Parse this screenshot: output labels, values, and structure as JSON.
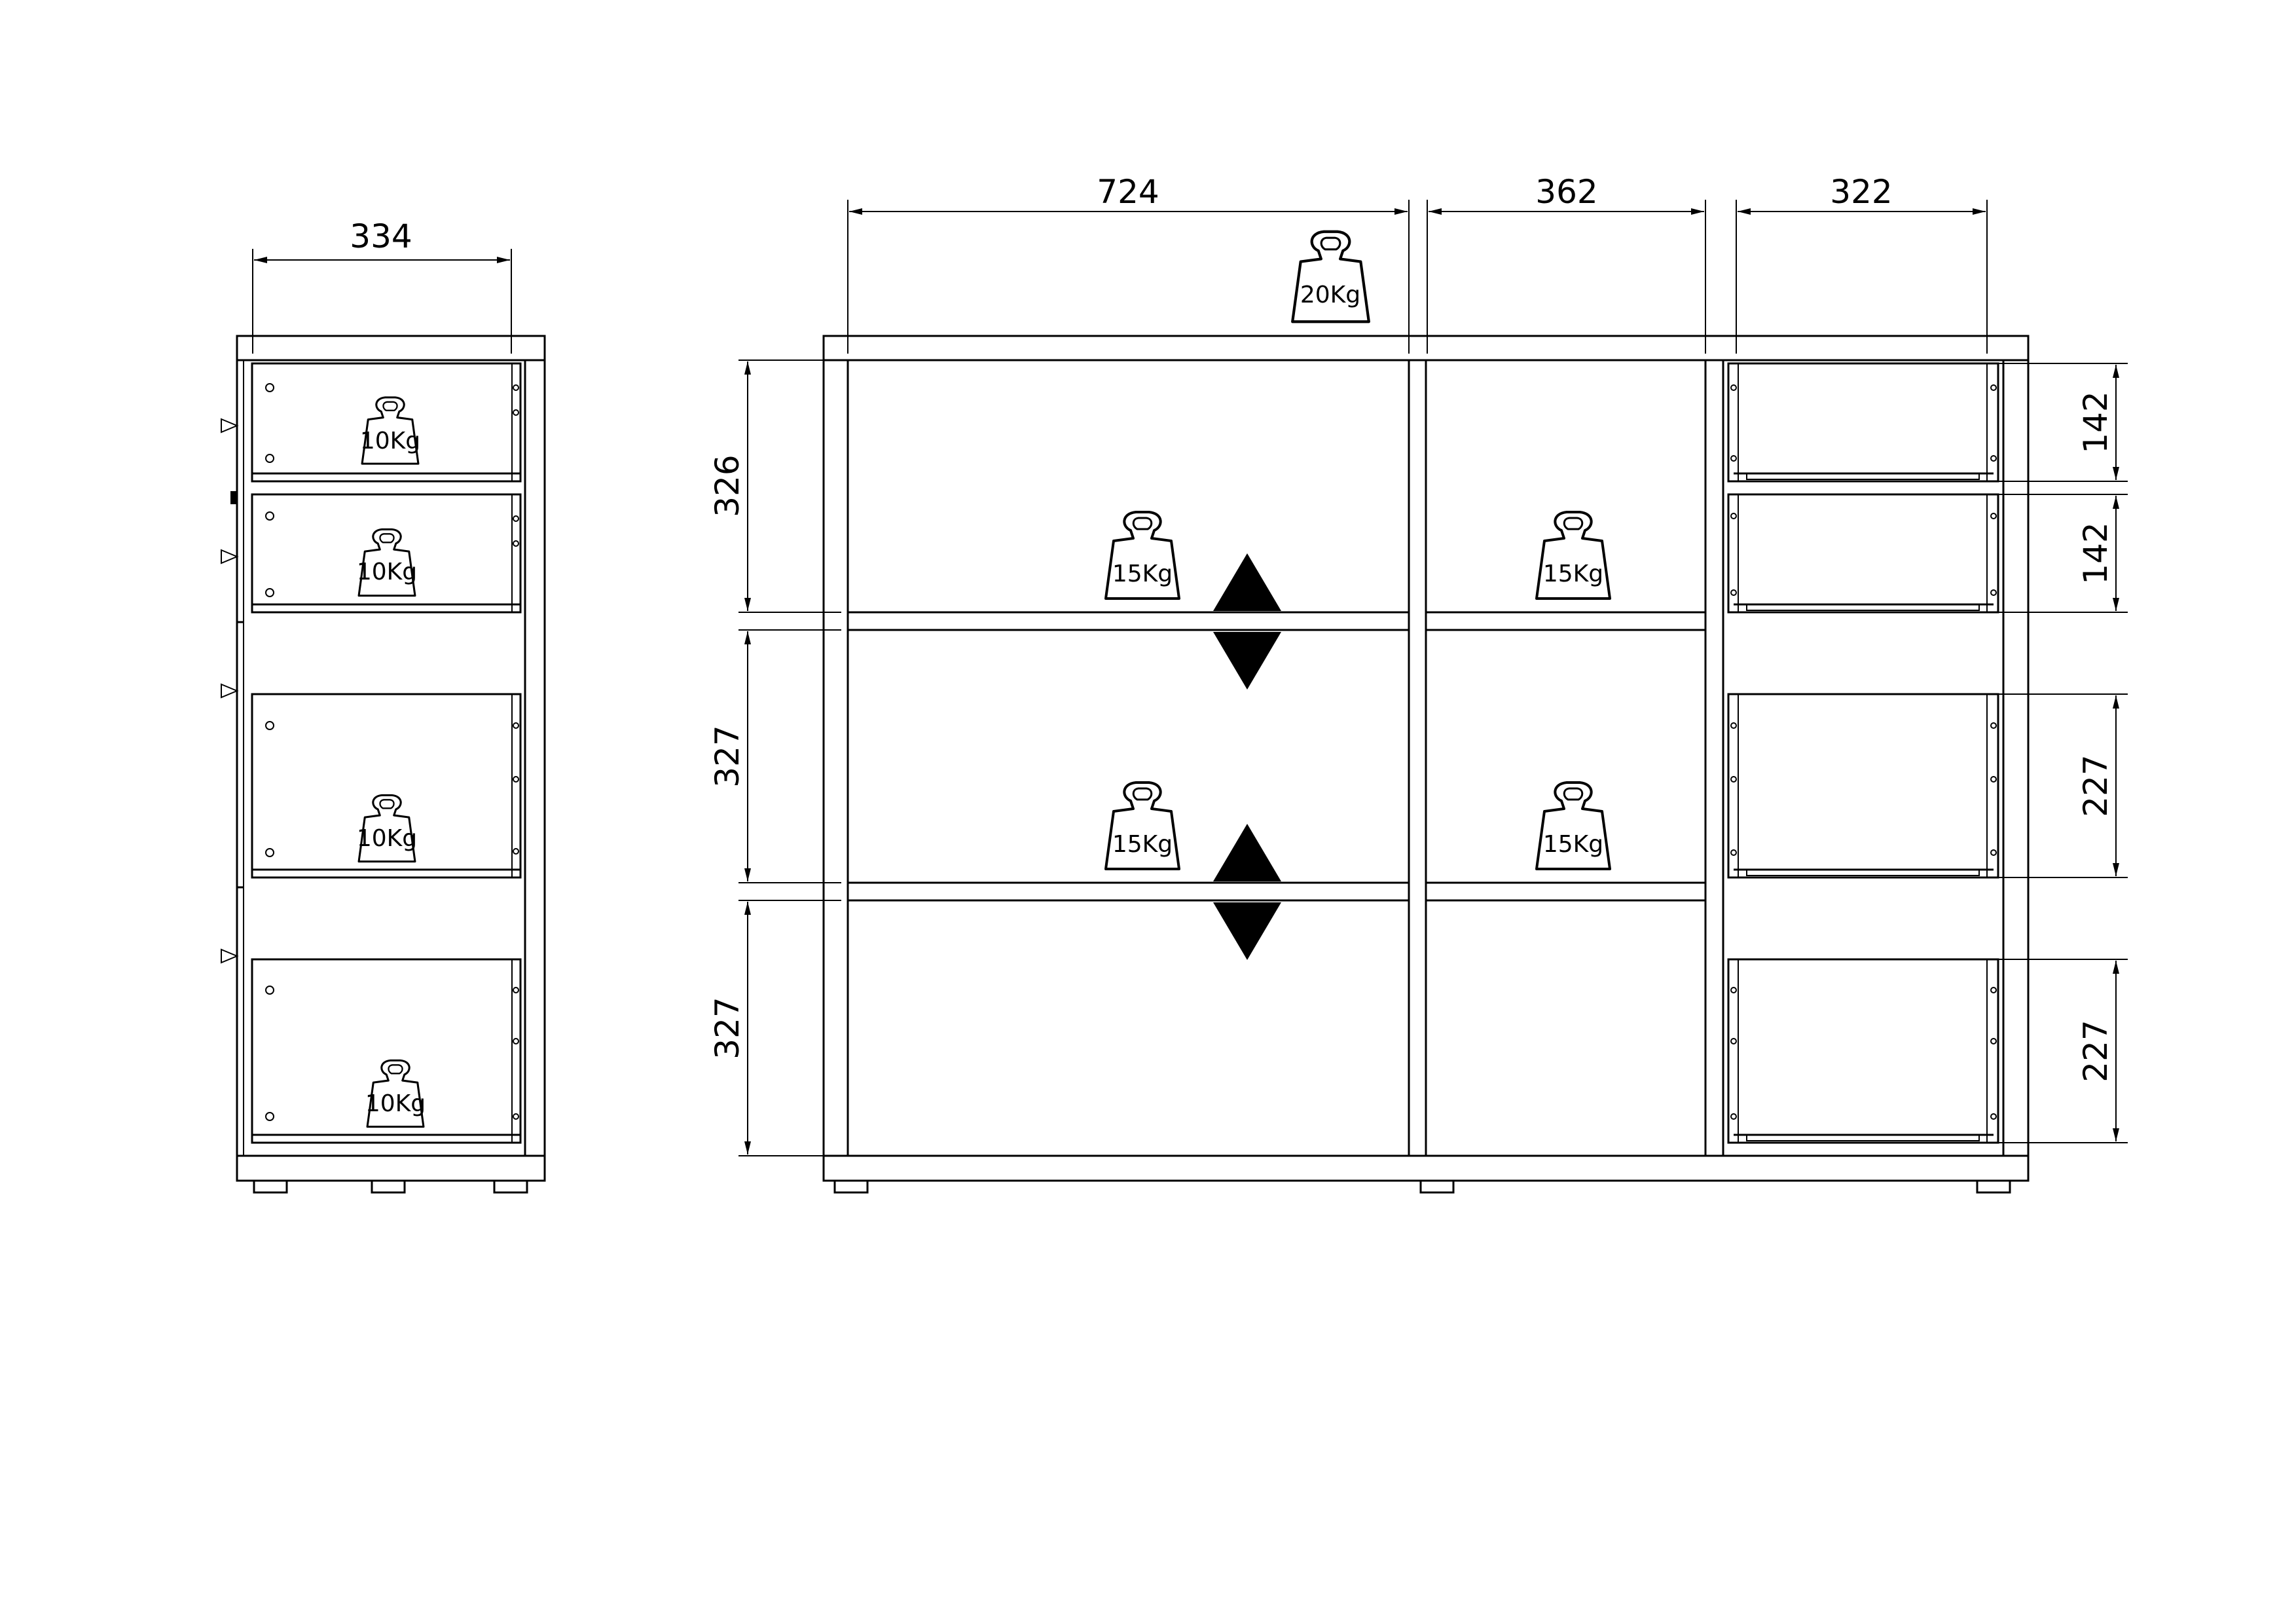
{
  "side_view": {
    "width_dim": "334",
    "drawer_loads": [
      "10Kg",
      "10Kg",
      "10Kg",
      "10Kg"
    ]
  },
  "front_view": {
    "width_dims": [
      "724",
      "362",
      "322"
    ],
    "top_load": "20Kg",
    "shelf_height_dims": [
      "326",
      "327",
      "327"
    ],
    "shelf_loads": [
      "15Kg",
      "15Kg",
      "15Kg",
      "15Kg"
    ],
    "drawer_height_dims": [
      "142",
      "142",
      "227",
      "227"
    ]
  },
  "colors": {
    "line": "#000000",
    "background": "#ffffff"
  }
}
